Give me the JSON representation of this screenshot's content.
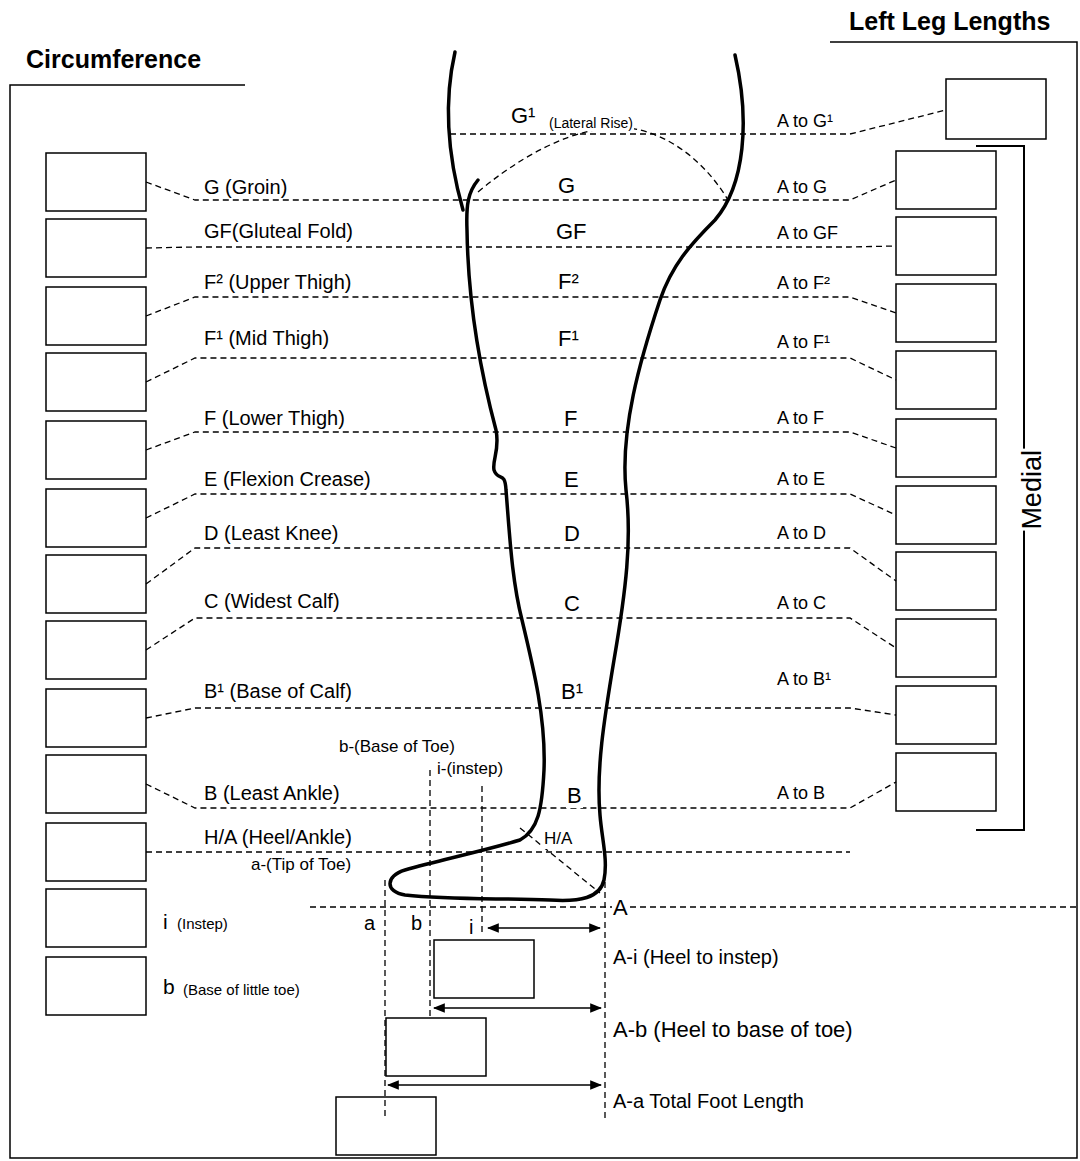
{
  "diagram": {
    "labels": [
      "Circumference",
      "Left Leg Lengths",
      "G¹",
      "(Lateral Rise)",
      "A to G¹",
      "G (Groin)",
      "G",
      "A to G",
      "GF(Gluteal Fold)",
      "GF",
      "A to GF",
      "F² (Upper Thigh)",
      "F²",
      "A to F²",
      "F¹ (Mid Thigh)",
      "F¹",
      "A to F¹",
      "F (Lower Thigh)",
      "F",
      "A to F",
      "E (Flexion Crease)",
      "E",
      "A to E",
      "D (Least Knee)",
      "D",
      "A to D",
      "C (Widest Calf)",
      "C",
      "A to C",
      "B¹ (Base of Calf)",
      "B¹",
      "A to B¹",
      "Medial",
      "b-(Base of Toe)",
      "i-(instep)",
      "B (Least Ankle)",
      "B",
      "A to B",
      "H/A (Heel/Ankle)",
      "H/A",
      "a-(Tip of Toe)",
      "i",
      "(Instep)",
      "a",
      "b",
      "i",
      "A",
      "A-i (Heel to instep)",
      "b",
      "(Base of little toe)",
      "A-b (Heel to base of toe)",
      "A-a Total Foot Length"
    ]
  }
}
